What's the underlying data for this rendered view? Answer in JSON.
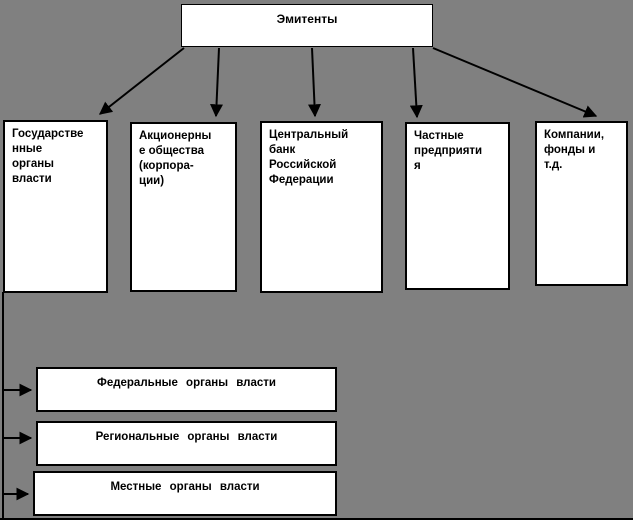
{
  "diagram": {
    "title": "Эмитенты",
    "issuers": [
      {
        "id": "state-authorities",
        "label": "Государстве\nнные\nорганы\nвласти"
      },
      {
        "id": "joint-stock",
        "label": "Акционерны\nе общества\n(корпора-\nции)"
      },
      {
        "id": "central-bank",
        "label": "Центральный\nбанк\nРоссийской\nФедерации"
      },
      {
        "id": "private-enterprises",
        "label": "Частные\nпредприяти\nя"
      },
      {
        "id": "companies-funds",
        "label": "Компании,\nфонды и\nт.д."
      }
    ],
    "government_levels": [
      {
        "id": "federal",
        "label": "Федеральные органы власти"
      },
      {
        "id": "regional",
        "label": "Региональные органы власти"
      },
      {
        "id": "local",
        "label": "Местные органы власти"
      }
    ]
  },
  "colors": {
    "background": "#808080",
    "box_fill": "#ffffff",
    "box_border": "#000000",
    "text": "#000000",
    "connector": "#000000"
  }
}
